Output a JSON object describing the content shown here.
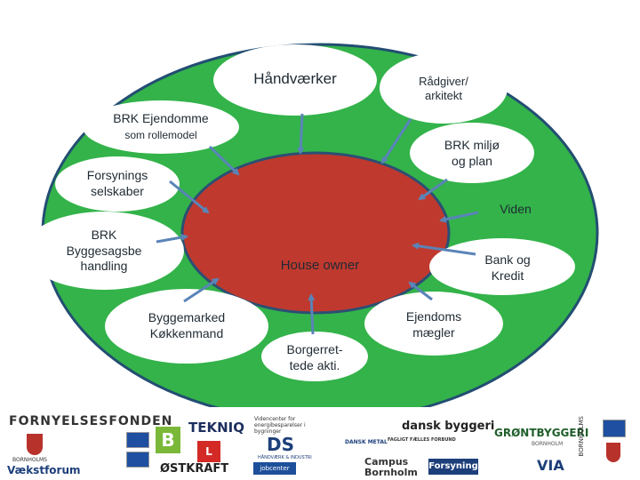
{
  "diagram": {
    "center": {
      "label": "House owner"
    },
    "nodes": [
      {
        "id": "handvaerker",
        "lines": [
          "Håndværker"
        ]
      },
      {
        "id": "raadgiver",
        "lines": [
          "Rådgiver/",
          "arkitekt"
        ]
      },
      {
        "id": "brk-ejendomme",
        "lines": [
          "BRK Ejendomme",
          "som rollemodel"
        ]
      },
      {
        "id": "brk-miljo",
        "lines": [
          "BRK miljø",
          "og plan"
        ]
      },
      {
        "id": "forsynings",
        "lines": [
          "Forsynings",
          "selskaber"
        ]
      },
      {
        "id": "viden",
        "lines": [
          "Viden"
        ]
      },
      {
        "id": "byggesag",
        "lines": [
          "BRK",
          "Byggesagsbe",
          "handling"
        ]
      },
      {
        "id": "bank",
        "lines": [
          "Bank og",
          "Kredit"
        ]
      },
      {
        "id": "byggemarked",
        "lines": [
          "Byggemarked",
          "Køkkenmand"
        ]
      },
      {
        "id": "ejendoms",
        "lines": [
          "Ejendoms",
          "mægler"
        ]
      },
      {
        "id": "borger",
        "lines": [
          "Borgerret-",
          "tede akti."
        ]
      }
    ]
  },
  "logos": {
    "fornyelsesfonden": "FORNYELSESFONDEN",
    "bornholms_vaekstforum_small": "BORNHOLMS",
    "vaekstforum": "Vækstforum",
    "tekniq": "TEKNIQ",
    "videncenter": "Videncenter for energibesparelser i bygninger",
    "ds": "DS",
    "haandvaerk": "HÅNDVÆRK & INDUSTRI",
    "ostkraft": "ØSTKRAFT",
    "jobcenter": "jobcenter",
    "dansk_metal": "DANSK METAL",
    "dansk_byggeri": "dansk byggeri",
    "fagligt_faelles": "FAGLIGT FÆLLES FORBUND",
    "grontbygger": "GRØNTBYGGERI",
    "bornholm": "BORNHOLM",
    "campus": "Campus",
    "campus_bornholm": "Bornholm",
    "forsyning": "Forsyning",
    "via": "VIA",
    "bornholms_vertical": "BORNHOLMS"
  }
}
